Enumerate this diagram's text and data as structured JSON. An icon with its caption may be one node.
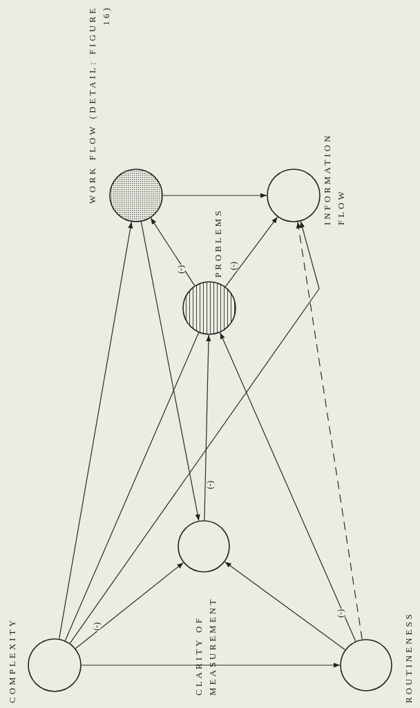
{
  "diagram": {
    "nodes": [
      {
        "text": [
          "COMPLEXITY"
        ]
      },
      {
        "text": [
          "CLARITY OF MEASUREMENT"
        ]
      },
      {
        "text": [
          "ROUTINENESS"
        ]
      },
      {
        "text": [
          "PROBLEMS"
        ]
      },
      {
        "text": [
          "WORK FLOW (DETAIL: FIGURE 16)"
        ]
      },
      {
        "text": [
          "INFORMATION FLOW"
        ]
      }
    ],
    "edges": [
      {
        "from": 4,
        "to": 5,
        "arrow": "to"
      },
      {
        "from": 0,
        "to": 2,
        "arrow": "to"
      },
      {
        "from": 0,
        "to": 1,
        "arrow": "to",
        "label": "(-)"
      },
      {
        "from": 2,
        "to": 1,
        "arrow": "to"
      },
      {
        "from": 1,
        "to": 3,
        "arrow": "to",
        "label": "(-)"
      },
      {
        "from": 4,
        "to": 1,
        "arrow": "to"
      },
      {
        "from": 0,
        "to": 4,
        "arrow": "to"
      },
      {
        "from": 3,
        "to": 4,
        "arrow": "to",
        "label": "(-)"
      },
      {
        "from": 3,
        "to": 5,
        "arrow": "to",
        "label": "(-)"
      },
      {
        "from": 0,
        "to": 3,
        "arrow": "none"
      },
      {
        "from": 0,
        "to": 5,
        "arrow": "to"
      },
      {
        "from": 2,
        "to": 3,
        "arrow": "to",
        "label": "(-)"
      },
      {
        "from": 2,
        "to": 5,
        "arrow": "to",
        "style": "dashed"
      }
    ]
  }
}
